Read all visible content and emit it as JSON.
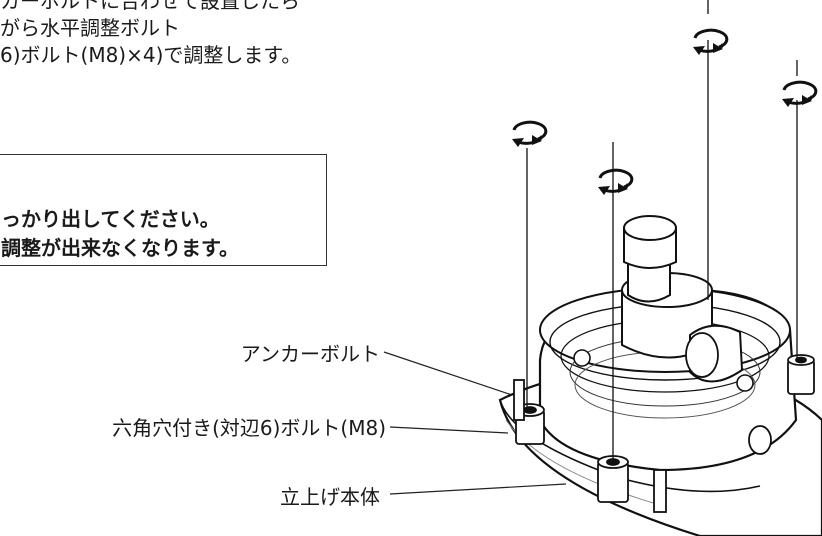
{
  "instructions": {
    "line1": "カーボルトに合わせて設置したら",
    "line2": "がら水平調整ボルト",
    "line3": "6)ボルト(M8)×4)で調整します。"
  },
  "note": {
    "line1": "っかり出してください。",
    "line2": "調整が出来なくなります。"
  },
  "labels": {
    "anchor_bolt": "アンカーボルト",
    "hex_socket_bolt": "六角穴付き(対辺6)ボルト(M8)",
    "riser_body": "立上げ本体"
  },
  "icons": [
    "rotate-arrow-icon",
    "rotate-arrow-icon",
    "rotate-arrow-icon",
    "rotate-arrow-icon"
  ]
}
